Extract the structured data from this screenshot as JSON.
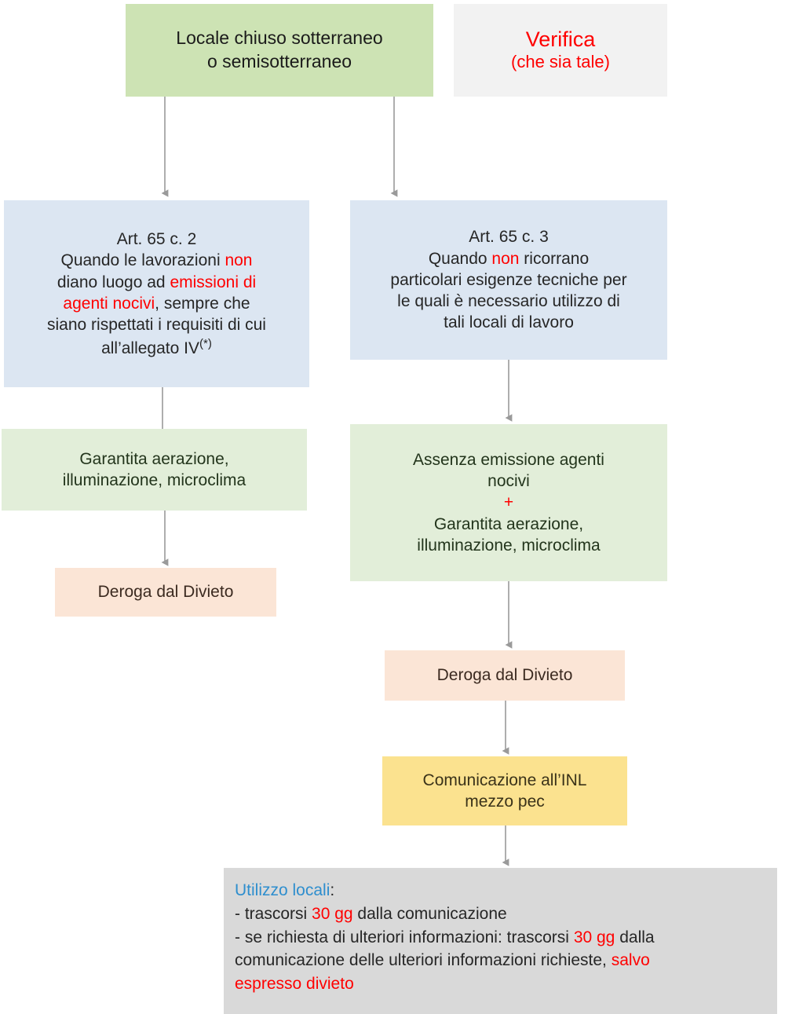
{
  "diagram": {
    "title_text": "Locale chiuso sotterraneo o semisotterraneo",
    "colors": {
      "green_dark": "#cde3b4",
      "green_light": "#e2eed9",
      "blue": "#dce6f2",
      "peach": "#fbe5d6",
      "yellow": "#fbe28f",
      "gray": "#d9d9d9",
      "gray_soft": "#f2f2f2",
      "accent_red": "#ff0000",
      "accent_blue": "#2e8ece",
      "arrow": "#9a9a9a"
    },
    "nodes": {
      "top_source": {
        "line1": "Locale chiuso sotterraneo",
        "line2": "o semisotterraneo"
      },
      "verifica": {
        "title": "Verifica",
        "subtitle": "(che sia tale)"
      },
      "art65_c2": {
        "heading": "Art. 65 c. 2",
        "t1": "Quando le lavorazioni ",
        "r1": "non",
        "t2": "diano luogo ad ",
        "r2": "emissioni di",
        "r3": "agenti nocivi",
        "t3": ", sempre che",
        "t4": "siano rispettati i requisiti di cui",
        "t5": "all’allegato IV",
        "sup": "(*)"
      },
      "art65_c3": {
        "heading": "Art. 65 c. 3",
        "t1": "Quando ",
        "r1": "non",
        "t2": " ricorrano",
        "t3": "particolari esigenze tecniche per",
        "t4": "le quali è necessario utilizzo di",
        "t5": "tali locali di lavoro"
      },
      "garantita_left": {
        "line1": "Garantita aerazione,",
        "line2": "illuminazione, microclima"
      },
      "assenza_right": {
        "line1": "Assenza emissione agenti",
        "line2": "nocivi",
        "plus": "+",
        "line3": "Garantita aerazione,",
        "line4": "illuminazione, microclima"
      },
      "deroga_left": {
        "label": "Deroga dal Divieto"
      },
      "deroga_right": {
        "label": "Deroga dal Divieto"
      },
      "comunicazione": {
        "line1": "Comunicazione all’INL",
        "line2": "mezzo pec"
      },
      "utilizzo": {
        "heading": "Utilizzo locali",
        "heading_colon": ":",
        "l1_a": "- trascorsi ",
        "l1_r": "30 gg",
        "l1_b": " dalla comunicazione",
        "l2_a": "- se richiesta di ulteriori informazioni: trascorsi ",
        "l2_r": "30 gg",
        "l2_b": " dalla",
        "l3_a": "comunicazione delle ulteriori informazioni richieste, ",
        "l3_r": "salvo",
        "l4_r": "espresso divieto"
      }
    }
  }
}
